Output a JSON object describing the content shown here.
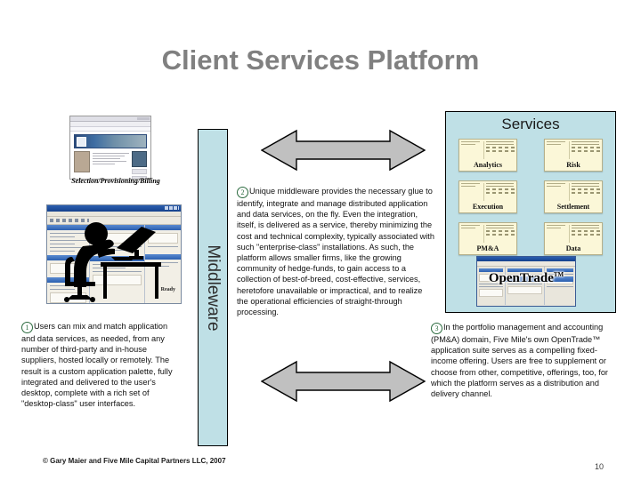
{
  "slide": {
    "title": "Client Services Platform",
    "page_number": "10",
    "footer": "© Gary Maier and Five Mile Capital Partners LLC, 2007"
  },
  "left_column": {
    "browser_caption": "Selection/Provisioning/Billing",
    "browser_icon": "web-browser-screenshot",
    "desktop_icon": "user-at-computer-screenshot",
    "desktop_status_label": "Ready"
  },
  "middleware": {
    "label": "Middleware",
    "fill_color": "#bfe0e6",
    "border_color": "#000000"
  },
  "arrows": {
    "top_icon": "double-headed-arrow",
    "bottom_icon": "double-headed-arrow",
    "fill_color": "#c0c0c0",
    "stroke_color": "#000000"
  },
  "services": {
    "title": "Services",
    "fill_color": "#bfe0e6",
    "tile_color": "#fbf7d8",
    "tiles": [
      {
        "label": "Analytics",
        "icon": "service-document-icon"
      },
      {
        "label": "Risk",
        "icon": "service-document-icon"
      },
      {
        "label": "Execution",
        "icon": "service-document-icon"
      },
      {
        "label": "Settlement",
        "icon": "service-document-icon"
      },
      {
        "label": "PM&A",
        "icon": "service-document-icon"
      },
      {
        "label": "Data",
        "icon": "service-document-icon"
      }
    ],
    "opentrade": {
      "name": "OpenTrade",
      "trademark": "TM",
      "icon": "opentrade-application-screenshot"
    }
  },
  "blocks": [
    {
      "number": "1",
      "text": "Users can mix and match application and data services, as needed, from any number of third-party and in-house suppliers, hosted locally or remotely.  The result is a custom application palette, fully integrated and delivered to the user's desktop, complete with a rich set of \"desktop-class\" user interfaces."
    },
    {
      "number": "2",
      "text": "Unique middleware provides the necessary glue to identify, integrate and manage distributed application and data services, on the fly.  Even the integration, itself, is delivered as a service, thereby minimizing the cost and technical complexity, typically associated with such \"enterprise-class\" installations.  As such, the platform allows smaller firms, like the growing community of hedge-funds, to gain access to a collection of best-of-breed, cost-effective, services, heretofore unavailable or impractical, and to realize the operational efficiencies of straight-through processing."
    },
    {
      "number": "3",
      "text": "In the portfolio management and accounting (PM&A) domain, Five Mile's own OpenTrade™ application suite serves as a compelling fixed-income offering.  Users are free to supplement or choose from other, competitive, offerings, too, for which the platform serves as a distribution and delivery channel."
    }
  ]
}
